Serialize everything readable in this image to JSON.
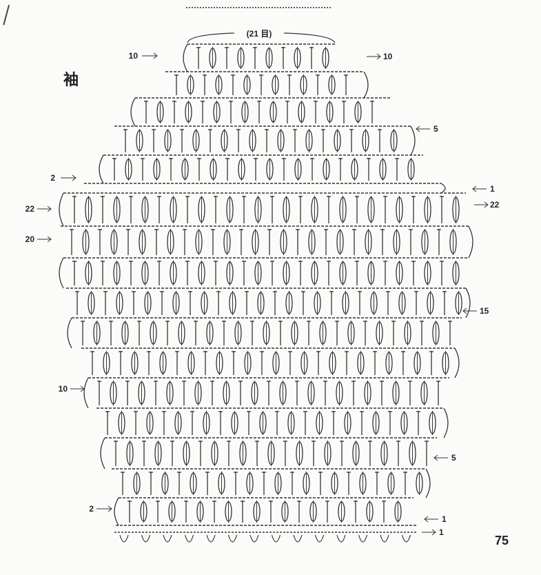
{
  "chart_title": "袖",
  "page_number": "75",
  "stitch_count_label": "(21 目)",
  "labels_left": [
    "10",
    "2",
    "22",
    "20",
    "10",
    "2"
  ],
  "labels_right": [
    "10",
    "5",
    "1",
    "22",
    "15",
    "5",
    "1",
    "1"
  ],
  "colors": {
    "ink": "#333333",
    "paper": "#fbfbfa"
  }
}
